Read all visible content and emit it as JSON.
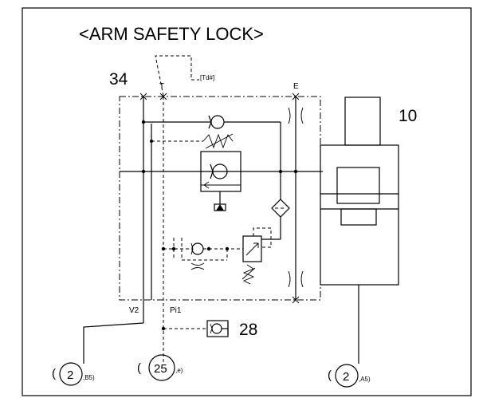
{
  "title": "<ARM SAFETY LOCK>",
  "labels": {
    "part_34": "34",
    "part_10": "10",
    "part_28": "28",
    "port_t": "T",
    "port_e": "E",
    "port_v2": "V2",
    "port_pi1": "Pi1",
    "pilot_ref": "[Td#]"
  },
  "refs": [
    {
      "open": "(",
      "num": "2",
      "suffix": ",B5)"
    },
    {
      "open": "(",
      "num": "25",
      "suffix": ",e)"
    },
    {
      "open": "(",
      "num": "2",
      "suffix": ",A5)"
    }
  ]
}
